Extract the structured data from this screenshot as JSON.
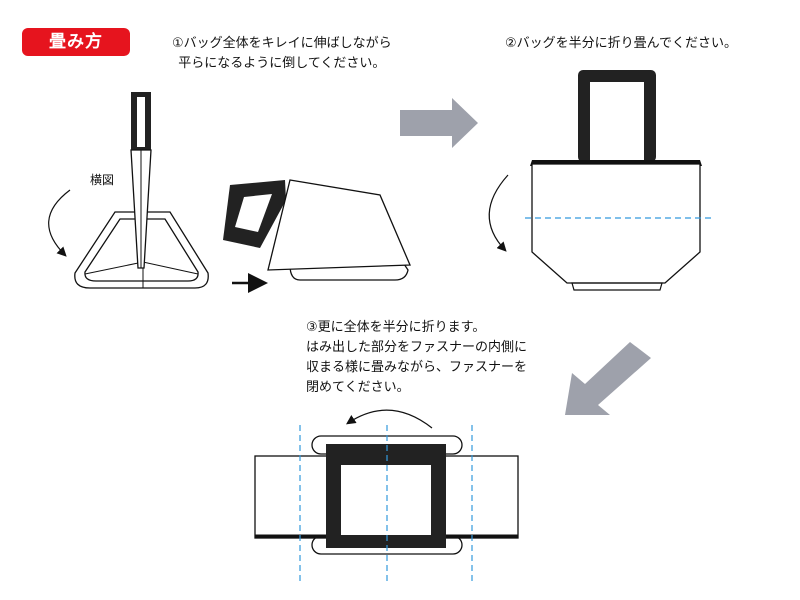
{
  "title": "畳み方",
  "steps": {
    "s1": [
      "①バッグ全体をキレイに伸ばしながら",
      "平らになるように倒してください。"
    ],
    "s2": [
      "②バッグを半分に折り畳んでください。"
    ],
    "s3": [
      "③更に全体を半分に折ります。",
      "はみ出した部分をファスナーの内側に",
      "収まる様に畳みながら、ファスナーを",
      "閉めてください。"
    ]
  },
  "labels": {
    "side_view": "横図"
  },
  "colors": {
    "accent": "#e6141e",
    "arrow_gray": "#9ea1ab",
    "fold_line": "#3399dd",
    "handle": "#222222"
  },
  "icons": [
    "big-arrow-right-icon",
    "big-arrow-down-left-icon",
    "curved-arrow-icon",
    "small-arrow-right-icon"
  ]
}
